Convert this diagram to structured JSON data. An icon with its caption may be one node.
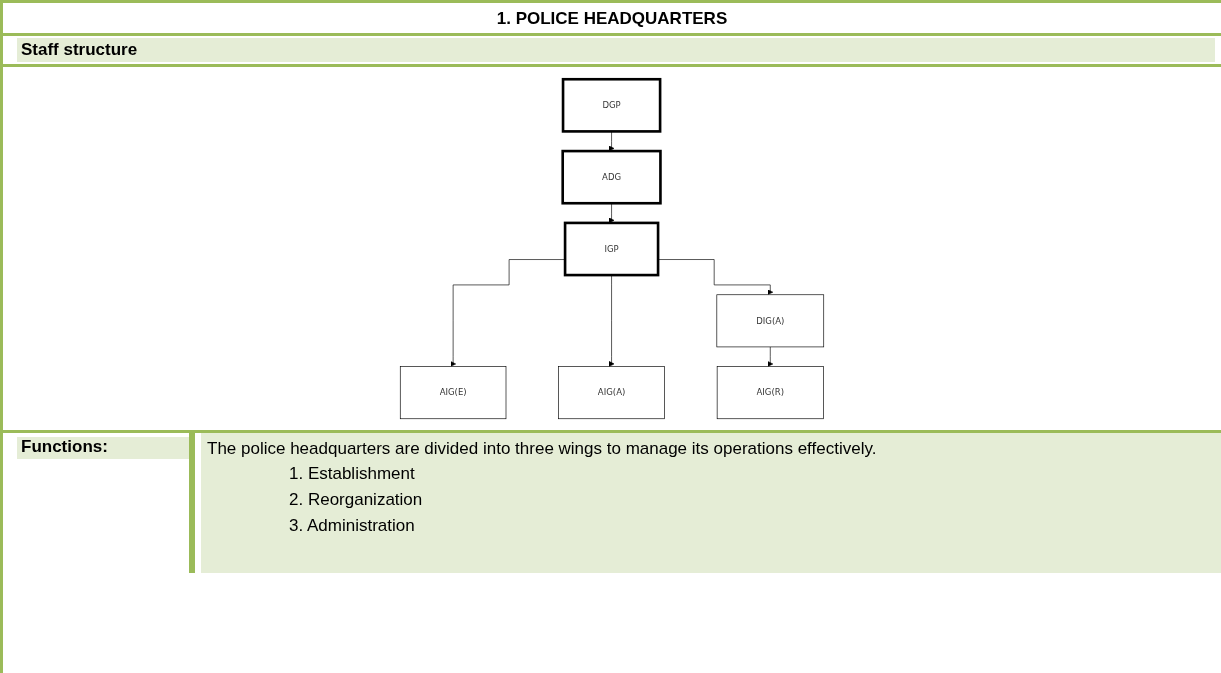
{
  "diagram": {
    "title": "1.   POLICE HEADQUARTERS",
    "nodes": [
      {
        "text": [
          "DGP"
        ]
      },
      {
        "text": [
          "ADG"
        ]
      },
      {
        "text": [
          "IGP"
        ]
      },
      {
        "text": [
          "DIG(A)"
        ]
      },
      {
        "text": [
          "AIG(E)"
        ]
      },
      {
        "text": [
          "AIG(A)"
        ]
      },
      {
        "text": [
          "AIG(R)"
        ]
      }
    ],
    "edges": [
      {
        "from": 0,
        "to": 1,
        "arrow": "to"
      },
      {
        "from": 1,
        "to": 2,
        "arrow": "to"
      },
      {
        "from": 2,
        "to": 4,
        "arrow": "to"
      },
      {
        "from": 2,
        "to": 5,
        "arrow": "to"
      },
      {
        "from": 2,
        "to": 3,
        "arrow": "to"
      },
      {
        "from": 3,
        "to": 6,
        "arrow": "to"
      }
    ],
    "labels": [
      "Staff structure",
      "Functions:",
      "The police headquarters are divided into three wings to manage its operations effectively.",
      "1.   Establishment",
      "2.   Reorganization",
      "3.   Administration"
    ]
  }
}
